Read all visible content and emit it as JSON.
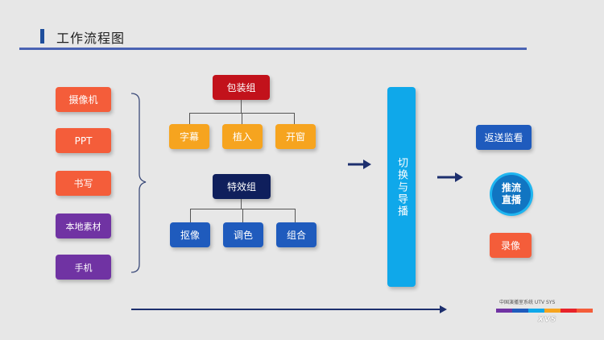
{
  "header": {
    "title": "工作流程图"
  },
  "sources": [
    "摄像机",
    "PPT",
    "书写",
    "本地素材",
    "手机"
  ],
  "packaging": {
    "label": "包装组",
    "items": [
      "字幕",
      "植入",
      "开窗"
    ]
  },
  "effects": {
    "label": "特效组",
    "items": [
      "抠像",
      "调色",
      "组合"
    ]
  },
  "switcher": {
    "label": "切换与导播"
  },
  "outputs": {
    "monitor": "返送监看",
    "stream": "推流\n直播",
    "record": "录像"
  },
  "branding": {
    "text": "中国演播室系统 UTV SYS",
    "logo": "XVS"
  },
  "colors": {
    "source_orange": "#f45d3a",
    "source_purple": "#7033a3",
    "package_red": "#c2121b",
    "effects_navy": "#0f1f5c",
    "tile_orange": "#f6a41f",
    "tile_blue": "#1f5bbd",
    "switch_cyan": "#0fa8ea",
    "arrow_navy": "#1d2f6e"
  }
}
